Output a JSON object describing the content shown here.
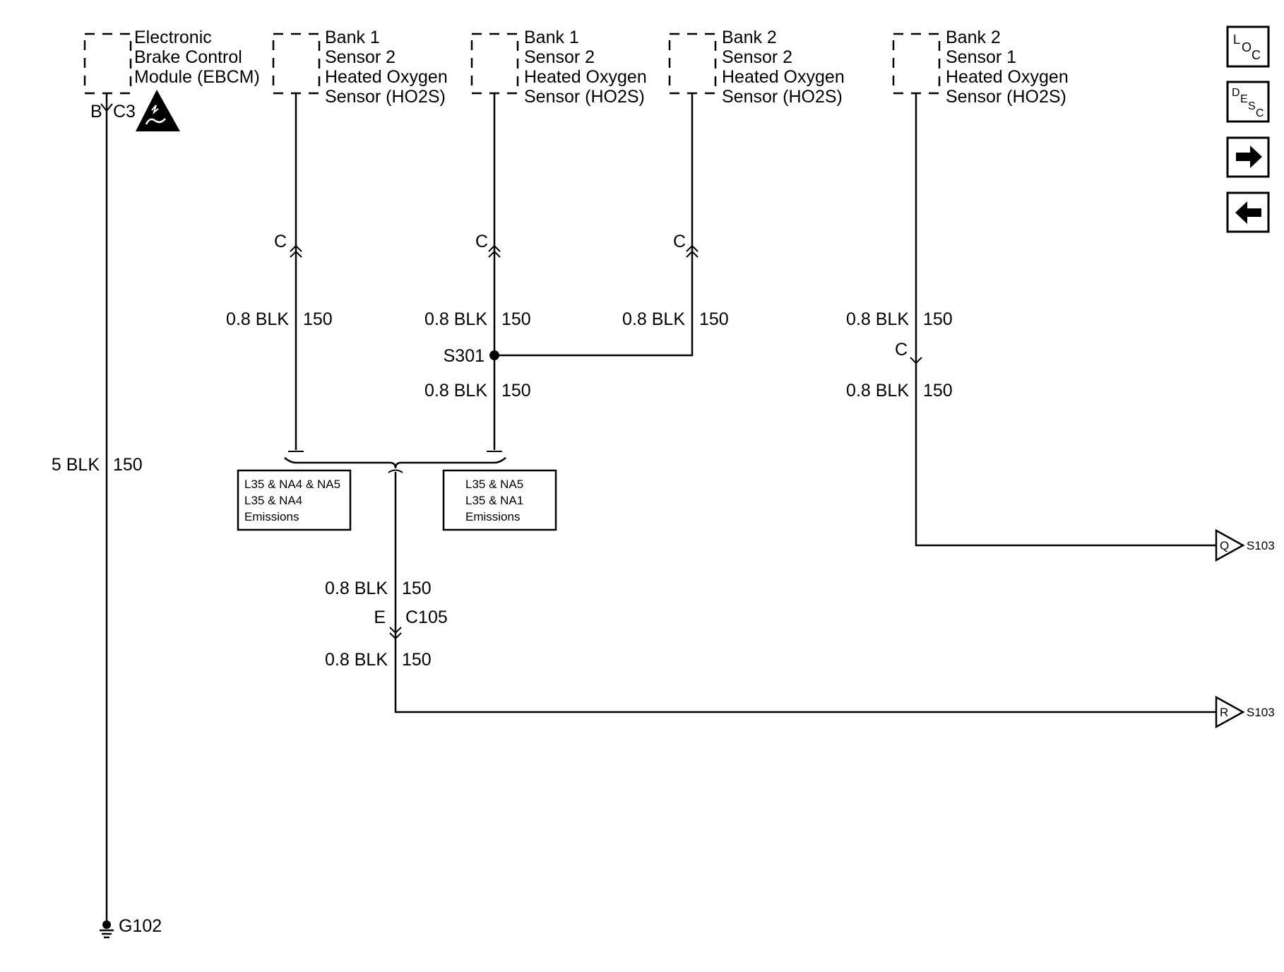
{
  "components": {
    "ebcm": {
      "lines": [
        "Electronic",
        "Brake Control",
        "Module (EBCM)"
      ],
      "pin": "B",
      "connector": "C3"
    },
    "bank1_sensor2_a": {
      "lines": [
        "Bank 1",
        "Sensor 2",
        "Heated Oxygen",
        "Sensor (HO2S)"
      ]
    },
    "bank1_sensor2_b": {
      "lines": [
        "Bank 1",
        "Sensor 2",
        "Heated Oxygen",
        "Sensor (HO2S)"
      ]
    },
    "bank2_sensor2": {
      "lines": [
        "Bank 2",
        "Sensor 2",
        "Heated Oxygen",
        "Sensor (HO2S)"
      ]
    },
    "bank2_sensor1": {
      "lines": [
        "Bank 2",
        "Sensor 1",
        "Heated Oxygen",
        "Sensor (HO2S)"
      ]
    }
  },
  "wires": {
    "ebcm_ground": {
      "gauge_color": "5 BLK",
      "circuit": "150"
    },
    "b1s2a": {
      "gauge_color": "0.8 BLK",
      "circuit": "150"
    },
    "b1s2b_upper": {
      "gauge_color": "0.8 BLK",
      "circuit": "150"
    },
    "b1s2b_lower": {
      "gauge_color": "0.8 BLK",
      "circuit": "150"
    },
    "b2s2": {
      "gauge_color": "0.8 BLK",
      "circuit": "150"
    },
    "b2s1_upper": {
      "gauge_color": "0.8 BLK",
      "circuit": "150"
    },
    "b2s1_lower": {
      "gauge_color": "0.8 BLK",
      "circuit": "150"
    },
    "common_upper": {
      "gauge_color": "0.8 BLK",
      "circuit": "150"
    },
    "common_lower": {
      "gauge_color": "0.8 BLK",
      "circuit": "150"
    }
  },
  "connectors": {
    "sensor_pin": "C",
    "c105": {
      "pin": "E",
      "name": "C105"
    }
  },
  "splice": {
    "name": "S301"
  },
  "options": {
    "left": [
      "L35 & NA4 & NA5",
      "L35 & NA4",
      "Emissions"
    ],
    "right": [
      "L35 & NA5",
      "L35 & NA1",
      "Emissions"
    ]
  },
  "ground": {
    "name": "G102"
  },
  "references": {
    "q": {
      "letter": "Q",
      "target": "S103"
    },
    "r": {
      "letter": "R",
      "target": "S103"
    }
  },
  "nav": {
    "loc": {
      "letters": [
        "L",
        "O",
        "C"
      ]
    },
    "desc": {
      "letters": [
        "D",
        "E",
        "S",
        "C"
      ]
    }
  }
}
